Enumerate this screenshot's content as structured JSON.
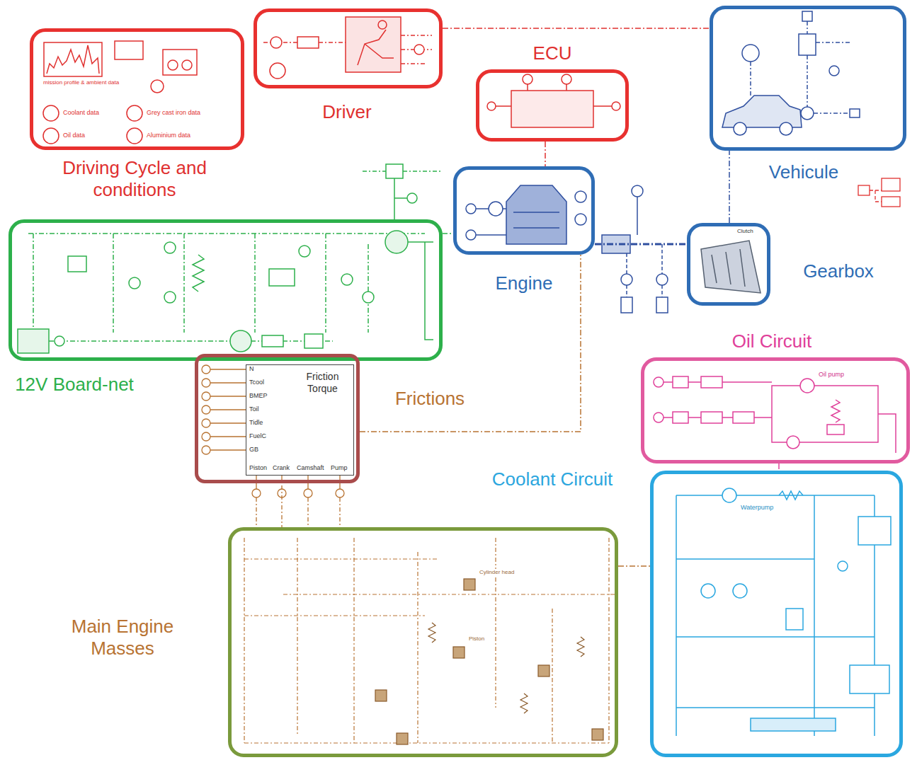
{
  "diagram": {
    "nodes": [
      {
        "text": [
          "Driving Cycle and conditions"
        ]
      },
      {
        "text": [
          "Driver"
        ]
      },
      {
        "text": [
          "ECU"
        ]
      },
      {
        "text": [
          "Vehicule"
        ]
      },
      {
        "text": [
          "12V Board-net"
        ]
      },
      {
        "text": [
          "Engine"
        ]
      },
      {
        "text": [
          "Gearbox"
        ]
      },
      {
        "text": [
          "Frictions"
        ]
      },
      {
        "text": [
          "Friction Torque"
        ],
        "in": 7
      },
      {
        "text": [
          "Oil Circuit"
        ]
      },
      {
        "text": [
          "Coolant Circuit"
        ]
      },
      {
        "text": [
          "Main Engine Masses"
        ]
      }
    ],
    "edges": [
      {
        "from": 1,
        "to": 3,
        "arrow": "none"
      },
      {
        "from": 2,
        "to": 5,
        "arrow": "none"
      },
      {
        "from": 4,
        "to": 5,
        "arrow": "none"
      },
      {
        "from": 5,
        "to": 6,
        "arrow": "none"
      },
      {
        "from": 6,
        "to": 3,
        "arrow": "none"
      },
      {
        "from": 7,
        "to": 5,
        "arrow": "none"
      },
      {
        "from": 8,
        "to": 11,
        "arrow": "none"
      },
      {
        "from": 11,
        "to": 10,
        "arrow": "none"
      },
      {
        "from": 9,
        "to": 10,
        "arrow": "none"
      }
    ],
    "labels": [
      "mission profile & ambient data",
      "Coolant data",
      "Oil data",
      "Grey cast iron data",
      "Aluminium data",
      "N",
      "Tcool",
      "BMEP",
      "Toil",
      "Tidle",
      "FuelC",
      "GB",
      "Piston",
      "Crank",
      "Camshaft",
      "Pump",
      "Oil pump",
      "Waterpump",
      "Cylinder head",
      "Piston",
      "Clutch"
    ]
  }
}
